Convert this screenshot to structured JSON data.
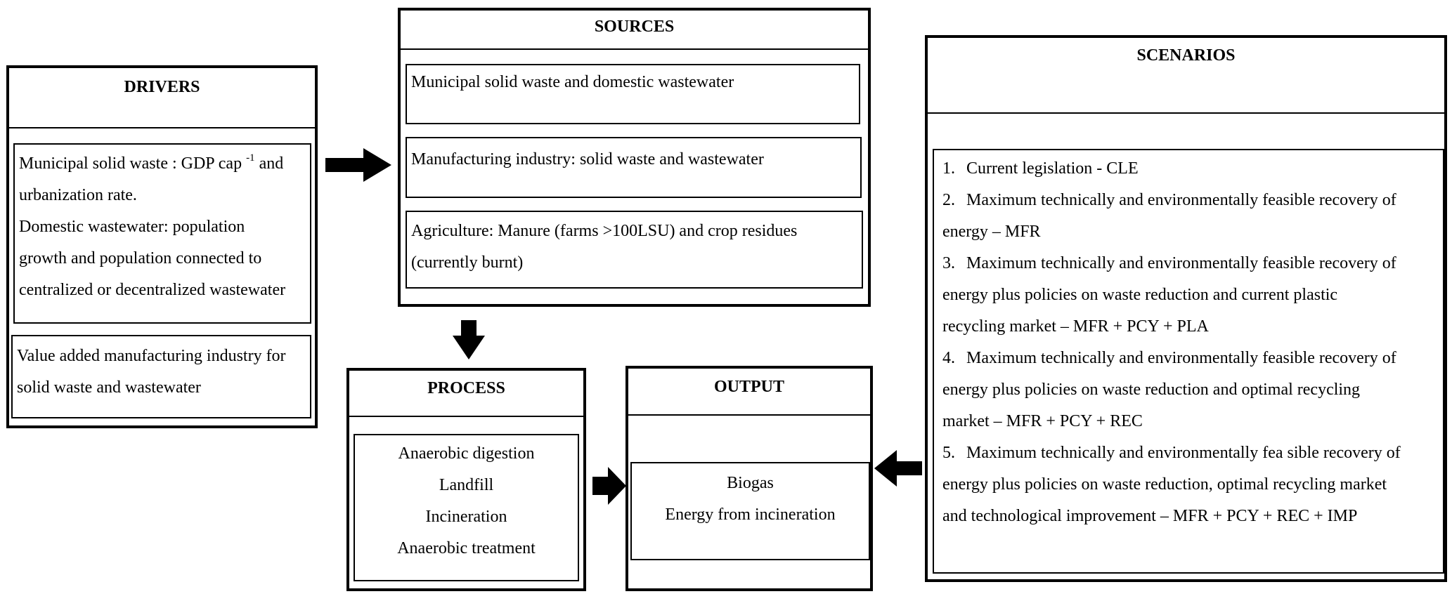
{
  "drivers": {
    "title": "DRIVERS",
    "box1_lines": [
      {
        "pre": "Municipal solid waste : GDP cap ",
        "sup": "-1",
        "post": " and"
      },
      "urbanization rate.",
      "Domestic wastewater: population",
      "growth and population connected to",
      "centralized or decentralized wastewater"
    ],
    "box2_lines": [
      "Value added manufacturing industry for",
      "solid waste and wastewater"
    ]
  },
  "sources": {
    "title": "SOURCES",
    "items": [
      [
        "Municipal solid waste and domestic wastewater"
      ],
      [
        "Manufacturing industry: solid waste and wastewater"
      ],
      [
        "Agriculture: Manure (farms >100LSU) and crop residues",
        "(currently burnt)"
      ]
    ]
  },
  "process": {
    "title": "PROCESS",
    "items": [
      "Anaerobic digestion",
      "Landfill",
      "Incineration",
      "Anaerobic treatment"
    ]
  },
  "output": {
    "title": "OUTPUT",
    "items": [
      "Biogas",
      "Energy from incineration"
    ]
  },
  "scenarios": {
    "title": "SCENARIOS",
    "lines": [
      {
        "num": "1.",
        "text": "Current legislation  - CLE"
      },
      {
        "num": "2.",
        "text": "Maximum technically and environmentally feasible recovery of"
      },
      {
        "num": "",
        "text": "energy – MFR"
      },
      {
        "num": "3.",
        "text": "Maximum technically and environmentally feasible recovery of"
      },
      {
        "num": "",
        "text": "energy plus policies on waste reduction and current plastic"
      },
      {
        "num": "",
        "text": "recycling market – MFR + PCY + PLA"
      },
      {
        "num": "4.",
        "text": "Maximum technically and environmentally feasible recovery of"
      },
      {
        "num": "",
        "text": "energy plus policies on waste reduction and optimal recycling"
      },
      {
        "num": "",
        "text": "market – MFR + PCY + REC"
      },
      {
        "num": "5.",
        "text": "Maximum technically and environmentally fea sible recovery of"
      },
      {
        "num": "",
        "text": "energy plus policies on waste reduction, optimal recycling market"
      },
      {
        "num": "",
        "text": "and technological improvement – MFR + PCY + REC + IMP"
      }
    ]
  }
}
